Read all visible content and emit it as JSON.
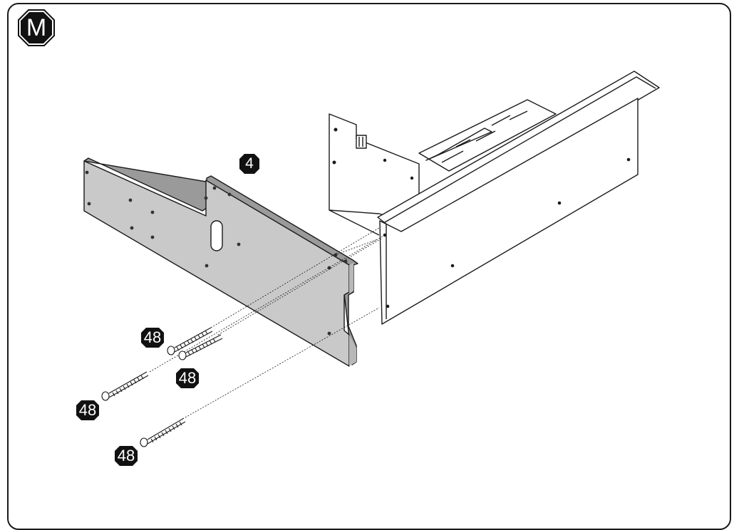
{
  "step": {
    "label": "M"
  },
  "panel_part": {
    "number": "4"
  },
  "screws": [
    {
      "number": "48"
    },
    {
      "number": "48"
    },
    {
      "number": "48"
    },
    {
      "number": "48"
    }
  ],
  "colors": {
    "panel_fill": "#c9c9c9",
    "line": "#1a1a1a",
    "badge": "#111111"
  }
}
